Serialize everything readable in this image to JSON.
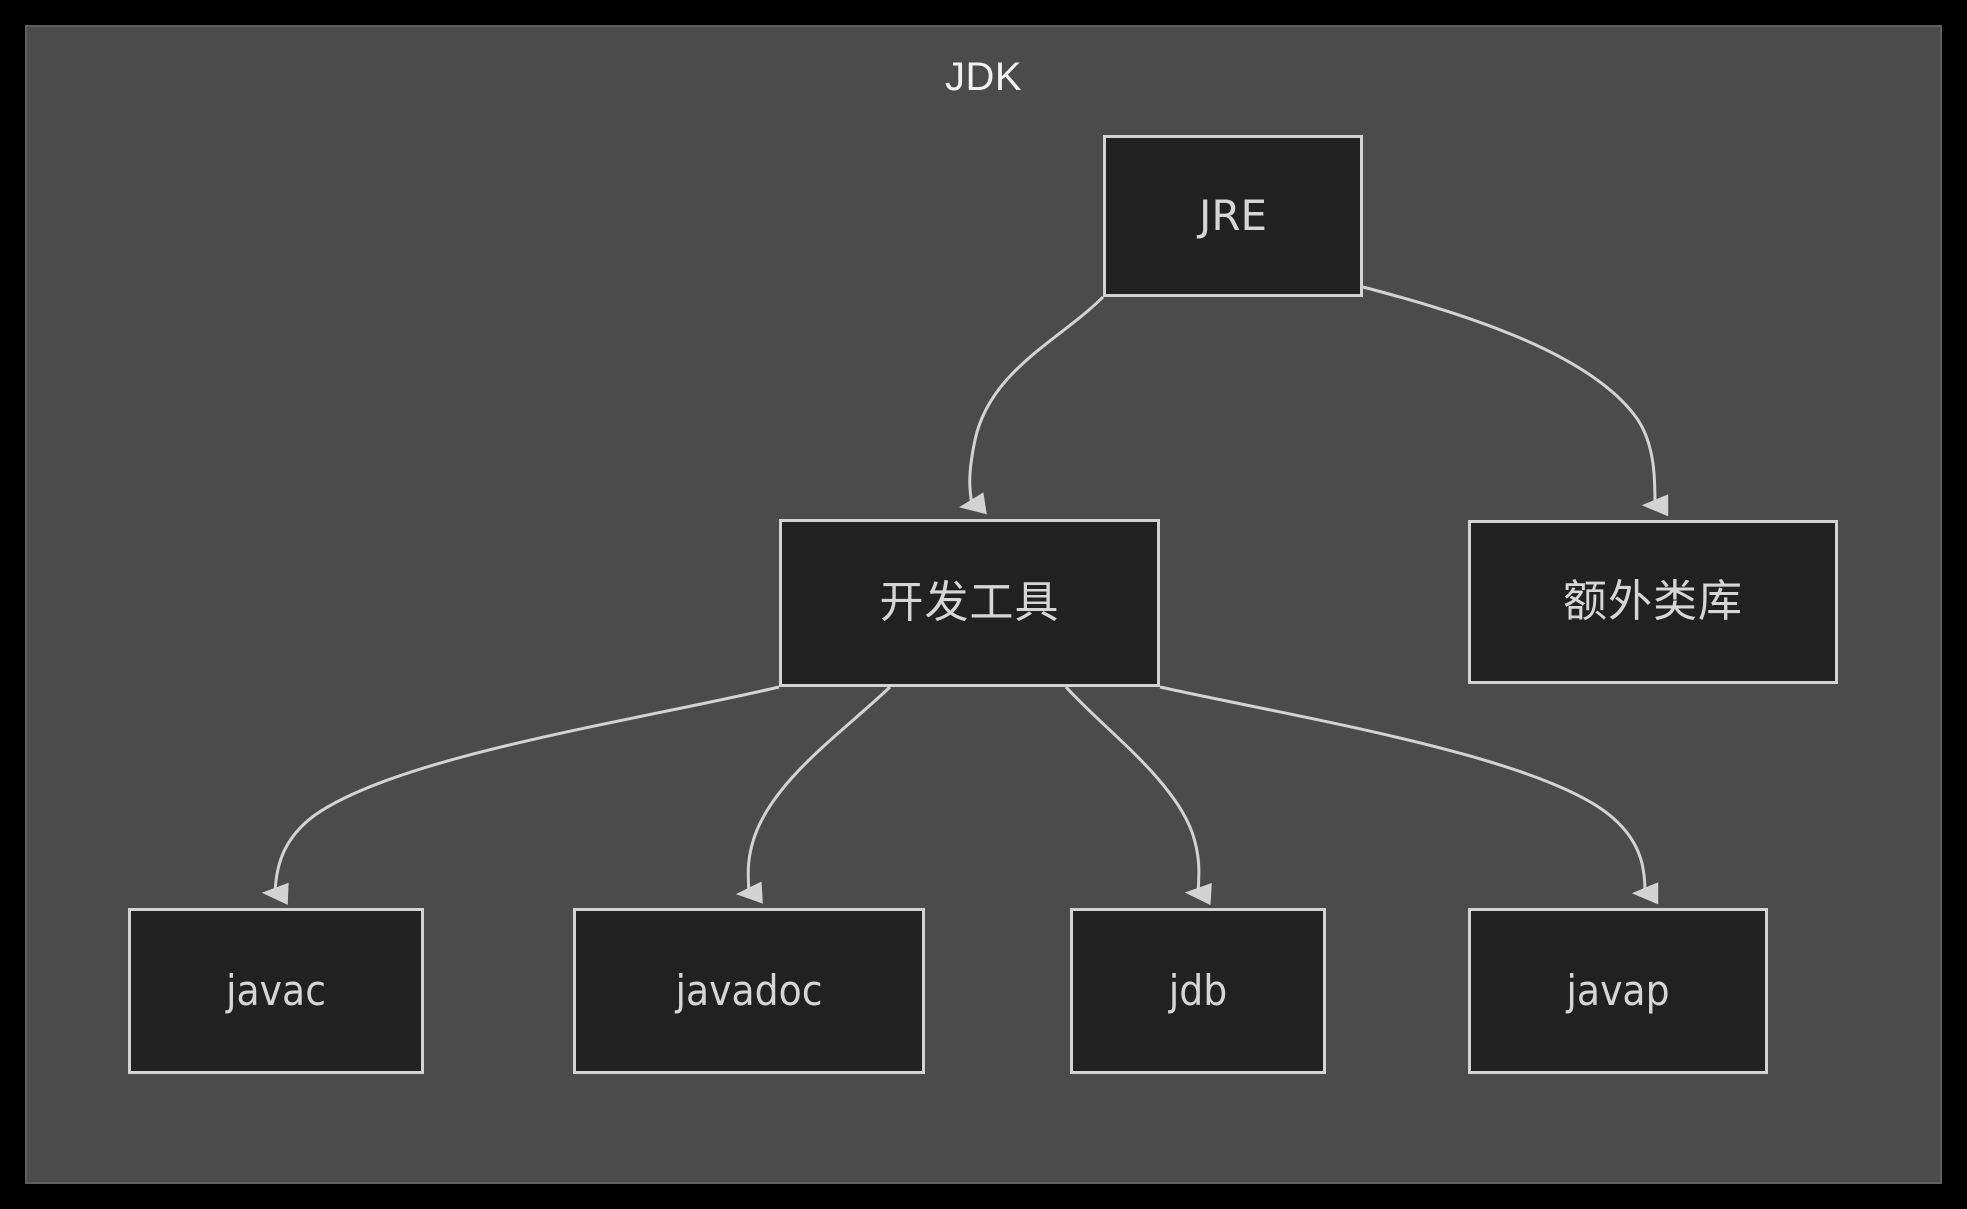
{
  "diagram": {
    "title": "JDK",
    "type": "flowchart-tree",
    "background_color": "#4a4b4a",
    "outer_background_color": "#000000",
    "node_fill_color": "#212121",
    "node_border_color": "#d3d3d3",
    "edge_color": "#d3d3d3",
    "text_color": "#d6d6d6",
    "title_color": "#f2f2f2"
  },
  "nodes": {
    "jre": {
      "label": "JRE"
    },
    "devtools": {
      "label": "开发工具"
    },
    "extralibs": {
      "label": "额外类库"
    },
    "javac": {
      "label": "javac"
    },
    "javadoc": {
      "label": "javadoc"
    },
    "jdb": {
      "label": "jdb"
    },
    "javap": {
      "label": "javap"
    }
  },
  "edges": [
    {
      "from": "jre",
      "to": "devtools"
    },
    {
      "from": "jre",
      "to": "extralibs"
    },
    {
      "from": "devtools",
      "to": "javac"
    },
    {
      "from": "devtools",
      "to": "javadoc"
    },
    {
      "from": "devtools",
      "to": "jdb"
    },
    {
      "from": "devtools",
      "to": "javap"
    }
  ]
}
